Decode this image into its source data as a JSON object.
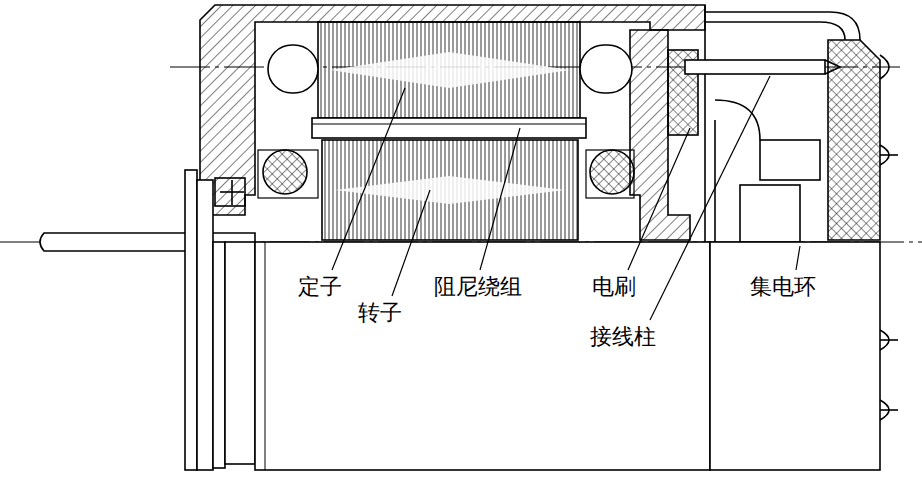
{
  "diagram": {
    "labels": [
      "定子",
      "转子",
      "阻尼绕组",
      "电刷",
      "接线柱",
      "集电环"
    ]
  }
}
